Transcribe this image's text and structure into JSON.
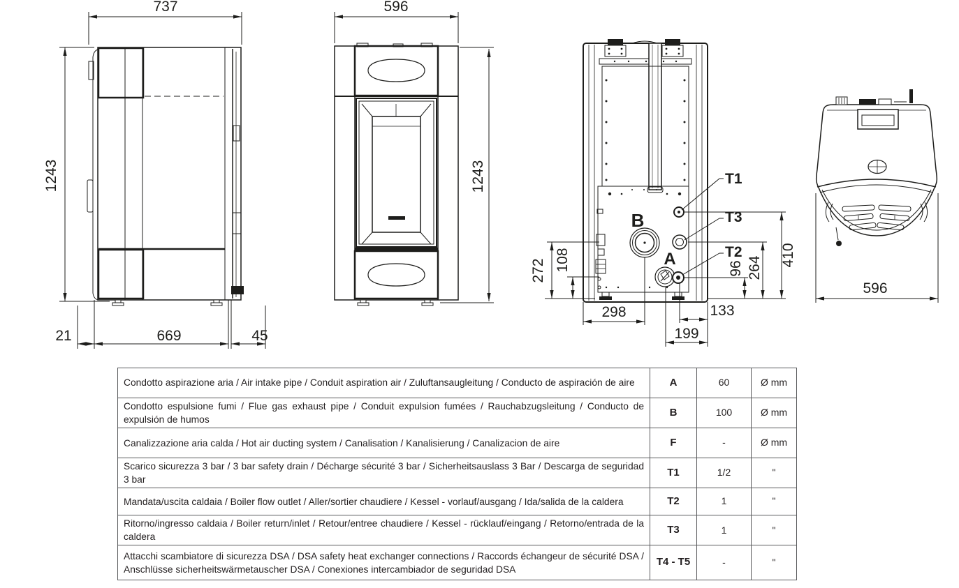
{
  "page": {
    "background": "#ffffff",
    "line_color": "#1d1d1b",
    "text_color": "#231f20"
  },
  "views": {
    "side": {
      "width": "737",
      "height": "1243",
      "base_left": "21",
      "base_center": "669",
      "base_right": "45"
    },
    "front": {
      "width": "596",
      "height": "1243"
    },
    "rear": {
      "connection_labels": {
        "t1": "T1",
        "t2": "T2",
        "t3": "T3",
        "a": "A",
        "b": "B"
      },
      "heights": {
        "flue_b": "272",
        "intake_a": "108",
        "t2": "96",
        "t3": "264",
        "t1": "410"
      },
      "offsets": {
        "b_from_left": "298",
        "t_from_right": "133",
        "a_from_right": "199"
      }
    },
    "top": {
      "width": "596"
    }
  },
  "table": {
    "rows": [
      {
        "description": "Condotto aspirazione aria / Air intake pipe / Conduit aspiration air / Zuluftansaugleitung / Conducto de aspiración de aire",
        "symbol": "A",
        "value": "60",
        "unit": "Ø mm"
      },
      {
        "description": "Condotto espulsione fumi / Flue gas exhaust pipe / Conduit expulsion fumées / Rauchabzugsleitung / Conducto de expulsión de humos",
        "symbol": "B",
        "value": "100",
        "unit": "Ø mm"
      },
      {
        "description": "Canalizzazione aria calda / Hot air ducting system / Canalisation / Kanalisierung / Canalizacion de aire",
        "symbol": "F",
        "value": "-",
        "unit": "Ø mm"
      },
      {
        "description": "Scarico sicurezza 3 bar / 3 bar safety drain / Décharge sécurité 3 bar / Sicherheitsauslass 3 Bar / Descarga de seguridad 3 bar",
        "symbol": "T1",
        "value": "1/2",
        "unit": "\""
      },
      {
        "description": "Mandata/uscita caldaia / Boiler flow outlet / Aller/sortier chaudiere / Kessel - vorlauf/ausgang / Ida/salida de la caldera",
        "symbol": "T2",
        "value": "1",
        "unit": "\""
      },
      {
        "description": "Ritorno/ingresso caldaia / Boiler return/inlet / Retour/entree chaudiere / Kessel - rücklauf/eingang / Retorno/entrada de la caldera",
        "symbol": "T3",
        "value": "1",
        "unit": "\""
      },
      {
        "description": "Attacchi scambiatore di sicurezza DSA / DSA safety heat exchanger connections / Raccords échangeur de sécurité DSA / Anschlüsse sicherheitswärmetauscher DSA / Conexiones intercambiador de seguridad DSA",
        "symbol": "T4 - T5",
        "value": "-",
        "unit": "\""
      }
    ]
  }
}
